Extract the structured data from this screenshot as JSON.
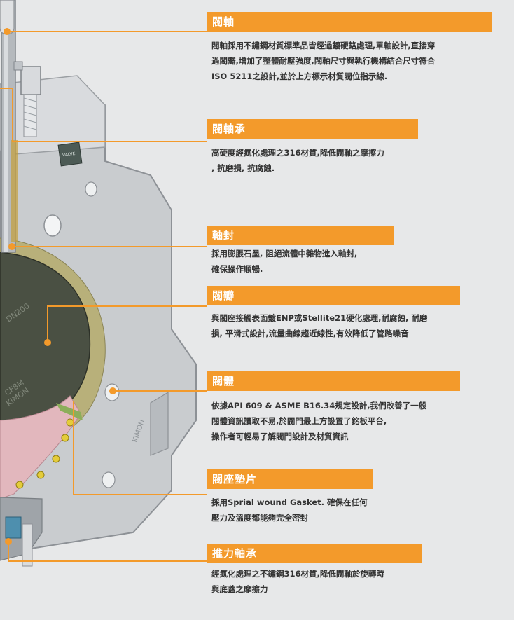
{
  "colors": {
    "accent": "#f39a2b",
    "background": "#e7e8e9",
    "text": "#333333"
  },
  "valve_markings": {
    "plate_text": "VALVE",
    "disc_text_1": "DN200",
    "disc_text_2": "CF8M",
    "disc_text_3": "KIMON",
    "body_text": "KIMON"
  },
  "parts": [
    {
      "title": "閥軸",
      "lines": [
        "閥軸採用不鏽鋼材質標準品皆經過鍍硬鉻處理,單軸設計,直接穿",
        "過閥瓣,增加了整體耐壓強度,閥軸尺寸與執行機構結合尺寸符合",
        "ISO 5211之設計,並於上方標示材質閥位指示線."
      ]
    },
    {
      "title": "閥軸承",
      "lines": [
        "高硬度經氮化處理之316材質,降低閥軸之摩擦力",
        ", 抗磨損,  抗腐蝕."
      ]
    },
    {
      "title": "軸封",
      "lines": [
        "採用膨脹石墨,  阻絕流體中雜物進入軸封,",
        "確保操作順暢."
      ]
    },
    {
      "title": "閥瓣",
      "lines": [
        "與閥座接觸表面鍍ENP或Stellite21硬化處理,耐腐蝕, 耐磨",
        "損, 平滑式設計,流量曲線趨近線性,有效降低了管路噪音"
      ]
    },
    {
      "title": "閥體",
      "lines": [
        "依據API 609 & ASME B16.34規定設計,我們改善了一般",
        "閥體資訊讀取不易,於閥門最上方設置了銘板平台,",
        "操作者可輕易了解閥門設計及材質資訊"
      ]
    },
    {
      "title": "閥座墊片",
      "lines": [
        "採用Sprial wound Gasket. 確保在任何",
        "壓力及溫度都能夠完全密封"
      ]
    },
    {
      "title": "推力軸承",
      "lines": [
        "經氮化處理之不鏽鋼316材質,降低閥軸於旋轉時",
        "與底蓋之摩擦力"
      ]
    }
  ]
}
